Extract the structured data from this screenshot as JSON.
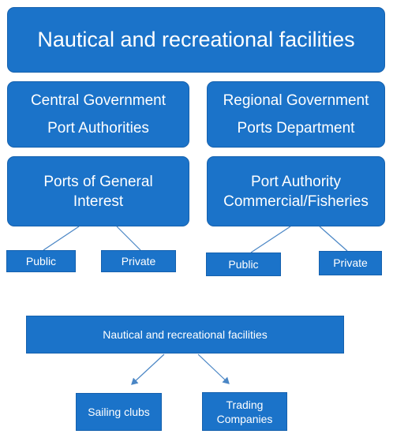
{
  "top_title": "Nautical and recreational facilities",
  "central": {
    "line1": "Central Government",
    "line2": "Port Authorities",
    "sub_line1": "Ports of General",
    "sub_line2": "Interest",
    "public": "Public",
    "private": "Private"
  },
  "regional": {
    "line1": "Regional Government",
    "line2": "Ports Department",
    "sub_line1": "Port Authority",
    "sub_line2": "Commercial/Fisheries",
    "public": "Public",
    "private": "Private"
  },
  "bottom": {
    "title": "Nautical and recreational facilities",
    "sailing": "Sailing clubs",
    "trading_line1": "Trading",
    "trading_line2": "Companies"
  },
  "colors": {
    "box_fill": "#1b73c9",
    "box_border": "#1561ae",
    "connector": "#4a86c5",
    "text": "#ffffff"
  }
}
